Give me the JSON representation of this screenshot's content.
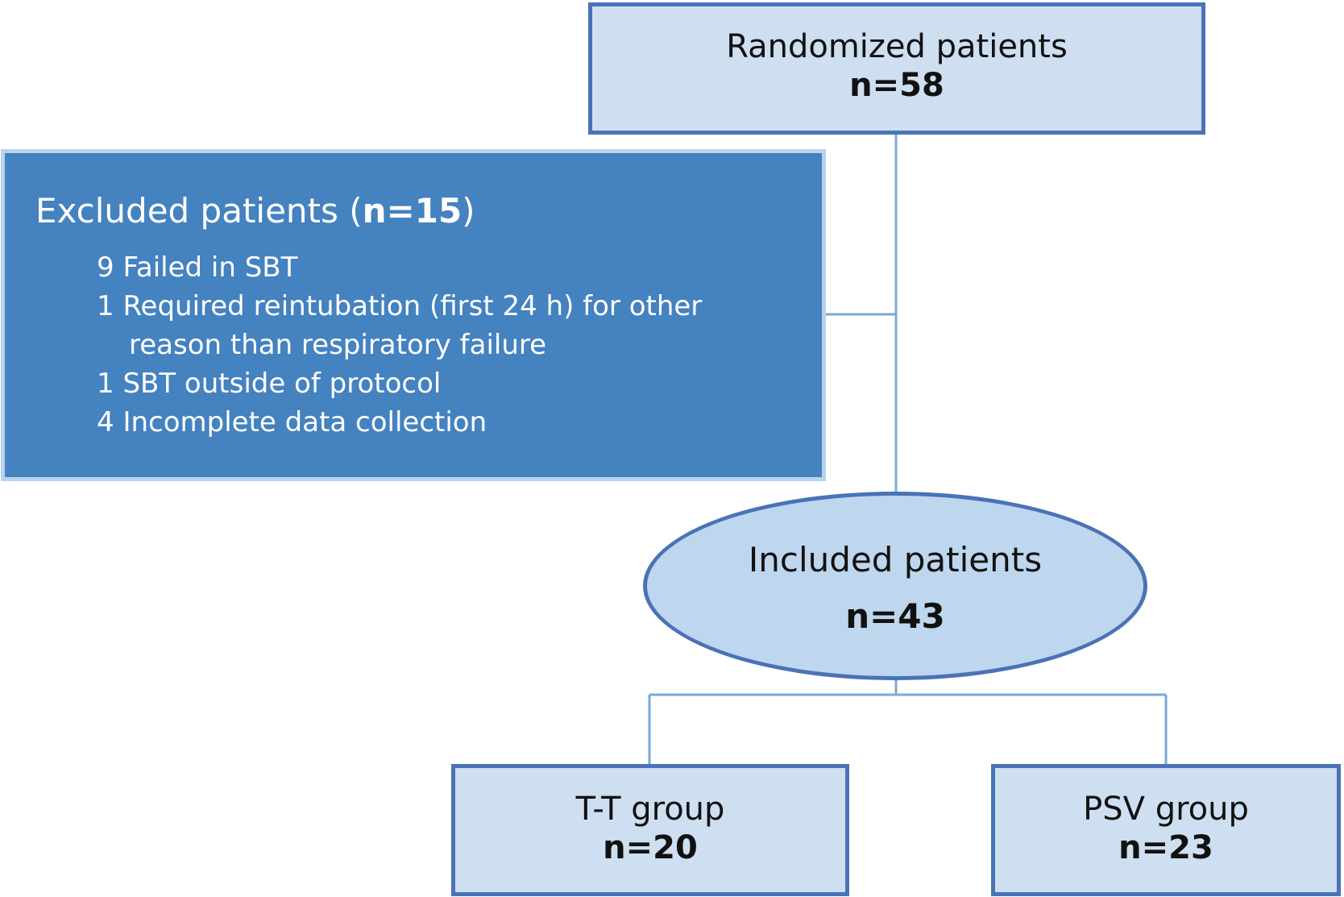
{
  "randomized": {
    "label": "Randomized patients",
    "count": "n=58"
  },
  "excluded": {
    "title_prefix": "Excluded patients (",
    "title_count": "n=15",
    "title_suffix": ")",
    "reasons": [
      {
        "text": "9 Failed in SBT"
      },
      {
        "text": "1 Required reintubation (first 24 h) for other",
        "continuation": "reason than respiratory failure"
      },
      {
        "text": "1 SBT outside of protocol"
      },
      {
        "text": "4 Incomplete data collection"
      }
    ]
  },
  "included": {
    "label": "Included patients",
    "count": "n=43"
  },
  "groups": [
    {
      "label": "T-T group",
      "count": "n=20"
    },
    {
      "label": "PSV group",
      "count": "n=23"
    }
  ],
  "colors": {
    "box_fill": "#cddff0",
    "box_border": "#4a72b8",
    "excluded_fill": "#4482c0",
    "excluded_border": "#b9d3ec",
    "ellipse_fill": "#bed6ee",
    "connector": "#7aa8d8"
  }
}
